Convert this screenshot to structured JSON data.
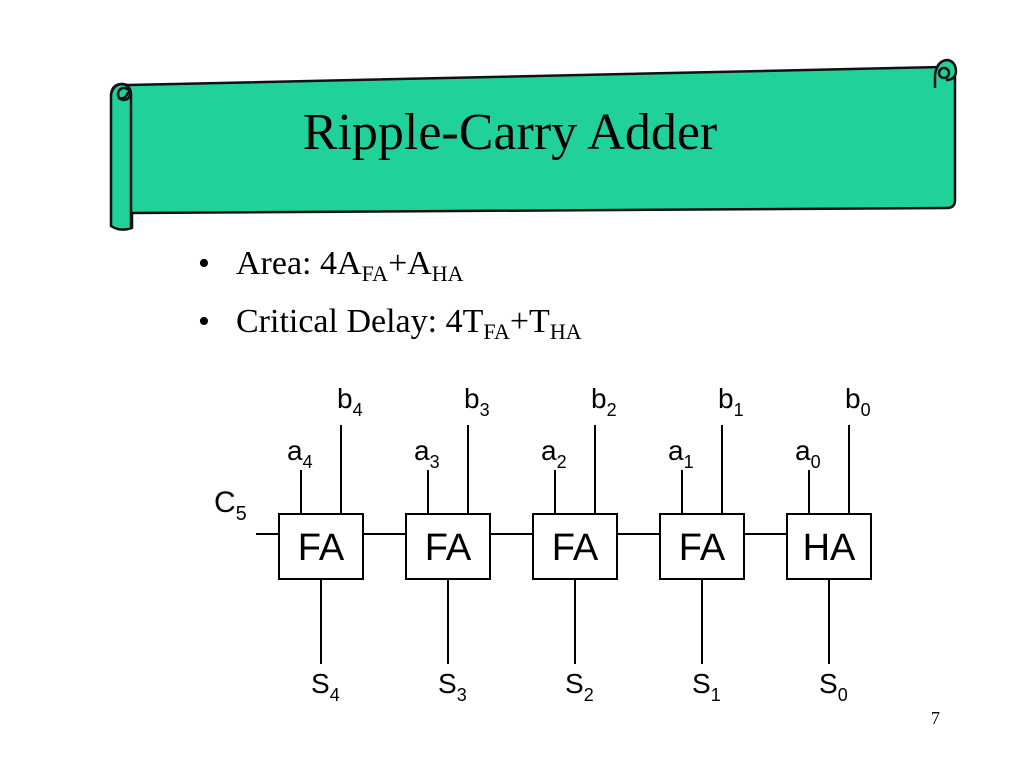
{
  "title": "Ripple-Carry Adder",
  "bullets": [
    {
      "lead": "Area: 4A",
      "sub1": "FA",
      "mid": "+A",
      "sub2": "HA"
    },
    {
      "lead": "Critical Delay: 4T",
      "sub1": "FA",
      "mid": "+T",
      "sub2": "HA"
    }
  ],
  "colors": {
    "banner": "#21D19A",
    "stroke": "#111111"
  },
  "diagram": {
    "carry_out": {
      "name": "C",
      "sub": "5"
    },
    "blocks": [
      {
        "label": "FA",
        "a": "a",
        "a_sub": "4",
        "b": "b",
        "b_sub": "4",
        "s": "S",
        "s_sub": "4"
      },
      {
        "label": "FA",
        "a": "a",
        "a_sub": "3",
        "b": "b",
        "b_sub": "3",
        "s": "S",
        "s_sub": "3"
      },
      {
        "label": "FA",
        "a": "a",
        "a_sub": "2",
        "b": "b",
        "b_sub": "2",
        "s": "S",
        "s_sub": "2"
      },
      {
        "label": "FA",
        "a": "a",
        "a_sub": "1",
        "b": "b",
        "b_sub": "1",
        "s": "S",
        "s_sub": "1"
      },
      {
        "label": "HA",
        "a": "a",
        "a_sub": "0",
        "b": "b",
        "b_sub": "0",
        "s": "S",
        "s_sub": "0"
      }
    ]
  },
  "slide_number": "7"
}
